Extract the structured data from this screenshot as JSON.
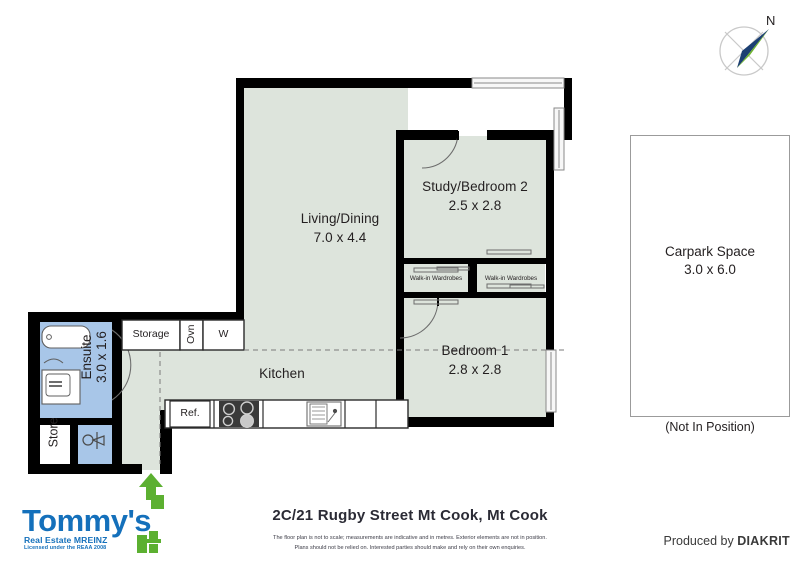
{
  "document": {
    "title": "2C/21 Rugby Street Mt Cook, Mt Cook",
    "disclaimer_line1": "The floor plan is not to scale; measurements are indicative and in metres. Exterior elements are not in position.",
    "disclaimer_line2": "Plans should not be relied on. Interested parties should make and rely on their own enquiries.",
    "produced_by_prefix": "Produced by ",
    "produced_by_brand": "DIAKRIT"
  },
  "logo": {
    "wordmark": "Tommy's",
    "line1": "Real Estate MREINZ",
    "line2": "Licensed under the REAA 2008",
    "brand_blue": "#1470bb",
    "brand_green": "#5cb031"
  },
  "compass": {
    "north_label": "N",
    "needle_dark": "#1c3f72",
    "needle_light": "#6fb42e",
    "ring_color": "#c9c9c9"
  },
  "colors": {
    "wall": "#000000",
    "room_fill": "#dde4dc",
    "wet_fill": "#a8c6e8",
    "fixture_stroke": "#6d6d6d",
    "window_fill": "#f2f2f2",
    "entry_arrow": "#5cb031",
    "carpark_border": "#9b9b9b",
    "hob_dark": "#3a3a3a"
  },
  "rooms": [
    {
      "id": "living-dining",
      "name": "Living/Dining",
      "dimensions": "7.0 x 4.4"
    },
    {
      "id": "study-bedroom-2",
      "name": "Study/Bedroom 2",
      "dimensions": "2.5 x 2.8"
    },
    {
      "id": "bedroom-1",
      "name": "Bedroom 1",
      "dimensions": "2.8 x 2.8"
    },
    {
      "id": "kitchen",
      "name": "Kitchen",
      "dimensions": ""
    },
    {
      "id": "ensuite",
      "name": "Ensuite",
      "dimensions": "3.0 x 1.6"
    },
    {
      "id": "store",
      "name": "Store",
      "dimensions": ""
    }
  ],
  "labels": {
    "living_dining_name": "Living/Dining",
    "living_dining_dim": "7.0 x 4.4",
    "study_bedroom2_name": "Study/Bedroom 2",
    "study_bedroom2_dim": "2.5 x 2.8",
    "bedroom1_name": "Bedroom 1",
    "bedroom1_dim": "2.8 x 2.8",
    "kitchen_name": "Kitchen",
    "ensuite_name": "Ensuite",
    "ensuite_dim": "3.0 x 1.6",
    "store_name": "Store",
    "storage_name": "Storage",
    "oven_name": "Ovn",
    "washer_name": "W",
    "fridge_name": "Ref.",
    "wardrobe_left": "Walk-in Wardrobes",
    "wardrobe_right": "Walk-in Wardrobes"
  },
  "carpark": {
    "name": "Carpark Space",
    "dimensions": "3.0 x 6.0",
    "note": "(Not In Position)"
  }
}
